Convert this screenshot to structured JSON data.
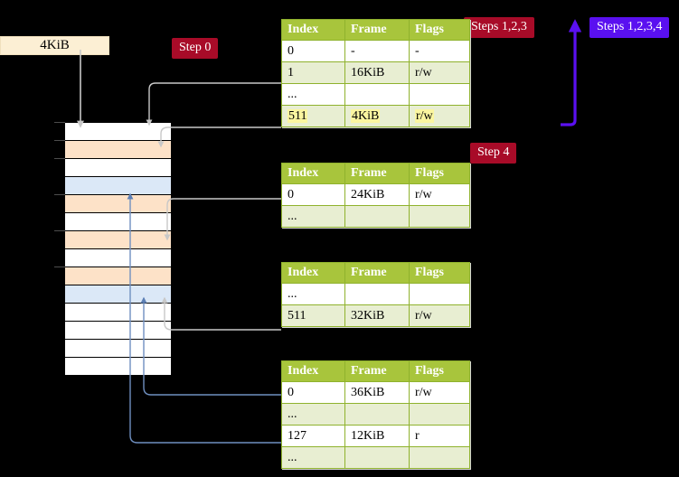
{
  "labels": {
    "kib_box": "4KiB",
    "step0": "Step 0",
    "steps123": "Steps 1,2,3",
    "steps1234": "Steps 1,2,3,4",
    "step4": "Step 4"
  },
  "colors": {
    "badge_red": "#a80b28",
    "badge_purple": "#5a10f0",
    "table_header": "#a8c53c",
    "table_alt_row": "#e8eed2",
    "highlight": "#fbf6a0",
    "mem_orange": "#fde2c8",
    "mem_blue": "#dbe8f7",
    "kib_box_bg": "#fcefd4",
    "connector_gray": "#c8c8c8",
    "connector_blue": "#6f8fc0"
  },
  "tables": [
    {
      "name": "page-table-level-0",
      "headers": [
        "Index",
        "Frame",
        "Flags"
      ],
      "rows": [
        {
          "cells": [
            "0",
            "-",
            "-"
          ],
          "alt": false,
          "highlight": false
        },
        {
          "cells": [
            "1",
            "16KiB",
            "r/w"
          ],
          "alt": true,
          "highlight": false
        },
        {
          "cells": [
            "...",
            "",
            ""
          ],
          "alt": false,
          "highlight": false
        },
        {
          "cells": [
            "511",
            "4KiB",
            "r/w"
          ],
          "alt": true,
          "highlight": true
        }
      ]
    },
    {
      "name": "page-table-level-1",
      "headers": [
        "Index",
        "Frame",
        "Flags"
      ],
      "rows": [
        {
          "cells": [
            "0",
            "24KiB",
            "r/w"
          ],
          "alt": false,
          "highlight": false
        },
        {
          "cells": [
            "...",
            "",
            ""
          ],
          "alt": true,
          "highlight": false
        }
      ]
    },
    {
      "name": "page-table-level-2",
      "headers": [
        "Index",
        "Frame",
        "Flags"
      ],
      "rows": [
        {
          "cells": [
            "...",
            "",
            ""
          ],
          "alt": false,
          "highlight": false
        },
        {
          "cells": [
            "511",
            "32KiB",
            "r/w"
          ],
          "alt": true,
          "highlight": false
        }
      ]
    },
    {
      "name": "page-table-level-3",
      "headers": [
        "Index",
        "Frame",
        "Flags"
      ],
      "rows": [
        {
          "cells": [
            "0",
            "36KiB",
            "r/w"
          ],
          "alt": false,
          "highlight": false
        },
        {
          "cells": [
            "...",
            "",
            ""
          ],
          "alt": true,
          "highlight": false
        },
        {
          "cells": [
            "127",
            "12KiB",
            "r"
          ],
          "alt": false,
          "highlight": false
        },
        {
          "cells": [
            "...",
            "",
            ""
          ],
          "alt": true,
          "highlight": false
        }
      ]
    }
  ],
  "memory_rows": [
    {
      "fill": "white"
    },
    {
      "fill": "orange"
    },
    {
      "fill": "white"
    },
    {
      "fill": "blue"
    },
    {
      "fill": "orange"
    },
    {
      "fill": "white"
    },
    {
      "fill": "orange"
    },
    {
      "fill": "white"
    },
    {
      "fill": "orange"
    },
    {
      "fill": "blue"
    },
    {
      "fill": "white"
    },
    {
      "fill": "white"
    },
    {
      "fill": "white"
    },
    {
      "fill": "white"
    }
  ]
}
